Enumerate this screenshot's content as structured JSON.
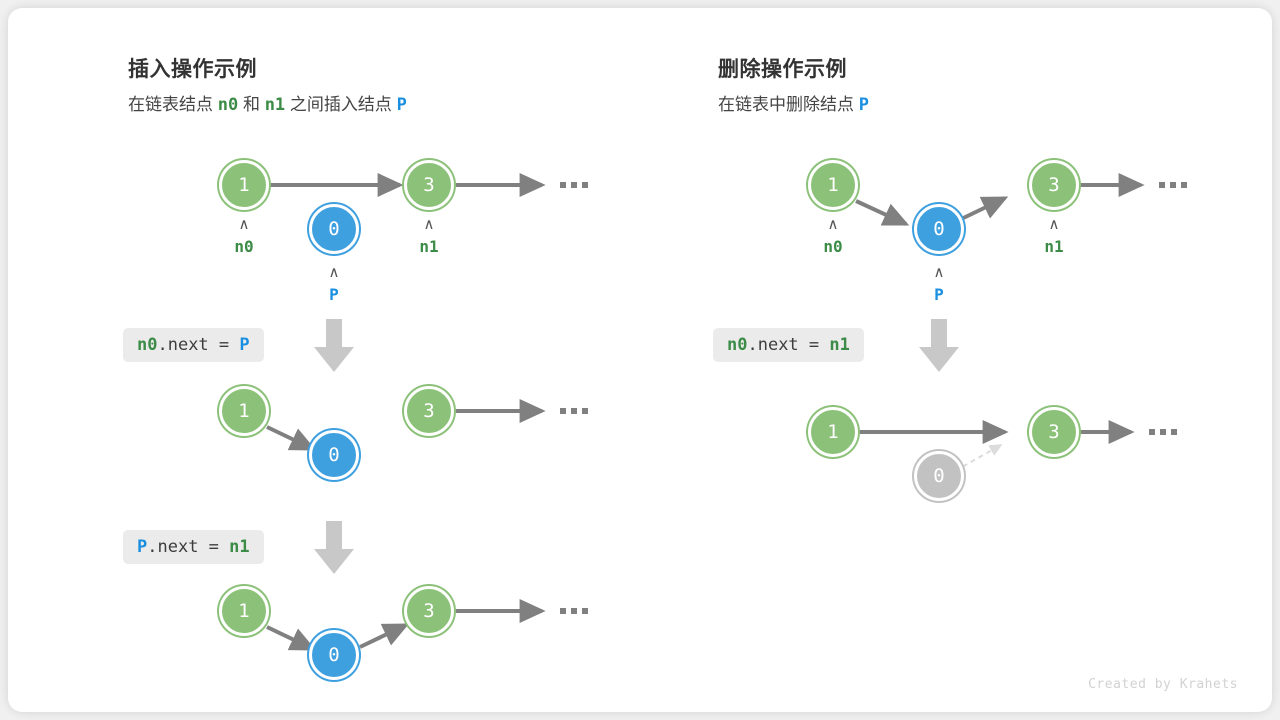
{
  "credit": "Created by Krahets",
  "colors": {
    "node_green": "#8cc179",
    "node_blue": "#3fa0e0",
    "node_gray": "#c2c2c2",
    "arrow_gray": "#808080",
    "label_green": "#3c8c47",
    "label_blue": "#1a8fe0",
    "chip_bg": "#ebebeb",
    "card_bg": "#ffffff",
    "page_bg": "#f0f0f0"
  },
  "insert_panel": {
    "title": "插入操作示例",
    "subtitle": {
      "part1": "在链表结点",
      "n0": "n0",
      "part2": "和",
      "n1": "n1",
      "part3": "之间插入结点",
      "p": "P"
    },
    "steps": [
      {
        "id": "initial",
        "code": null,
        "nodes": [
          {
            "value": "1",
            "color": "green",
            "pointer": "n0"
          },
          {
            "value": "0",
            "color": "blue",
            "pointer": "P"
          },
          {
            "value": "3",
            "color": "green",
            "pointer": "n1"
          }
        ],
        "ellipsis": "..."
      },
      {
        "id": "after-n0-next-p",
        "code": {
          "left": "n0",
          "left_type": "node",
          "mid": ".next = ",
          "right": "P",
          "right_type": "ptr"
        },
        "nodes": [
          {
            "value": "1",
            "color": "green",
            "pointer": null
          },
          {
            "value": "0",
            "color": "blue",
            "pointer": null
          },
          {
            "value": "3",
            "color": "green",
            "pointer": null
          }
        ],
        "ellipsis": "..."
      },
      {
        "id": "after-p-next-n1",
        "code": {
          "left": "P",
          "left_type": "ptr",
          "mid": ".next = ",
          "right": "n1",
          "right_type": "node"
        },
        "nodes": [
          {
            "value": "1",
            "color": "green",
            "pointer": null
          },
          {
            "value": "0",
            "color": "blue",
            "pointer": null
          },
          {
            "value": "3",
            "color": "green",
            "pointer": null
          }
        ],
        "ellipsis": "..."
      }
    ]
  },
  "delete_panel": {
    "title": "删除操作示例",
    "subtitle": {
      "part1": "在链表中删除结点",
      "p": "P"
    },
    "steps": [
      {
        "id": "initial",
        "code": null,
        "nodes": [
          {
            "value": "1",
            "color": "green",
            "pointer": "n0"
          },
          {
            "value": "0",
            "color": "blue",
            "pointer": "P"
          },
          {
            "value": "3",
            "color": "green",
            "pointer": "n1"
          }
        ],
        "ellipsis": "..."
      },
      {
        "id": "after-n0-next-n1",
        "code": {
          "left": "n0",
          "left_type": "node",
          "mid": ".next = ",
          "right": "n1",
          "right_type": "node"
        },
        "nodes": [
          {
            "value": "1",
            "color": "green",
            "pointer": null
          },
          {
            "value": "0",
            "color": "gray",
            "pointer": null
          },
          {
            "value": "3",
            "color": "green",
            "pointer": null
          }
        ],
        "ellipsis": "..."
      }
    ]
  }
}
